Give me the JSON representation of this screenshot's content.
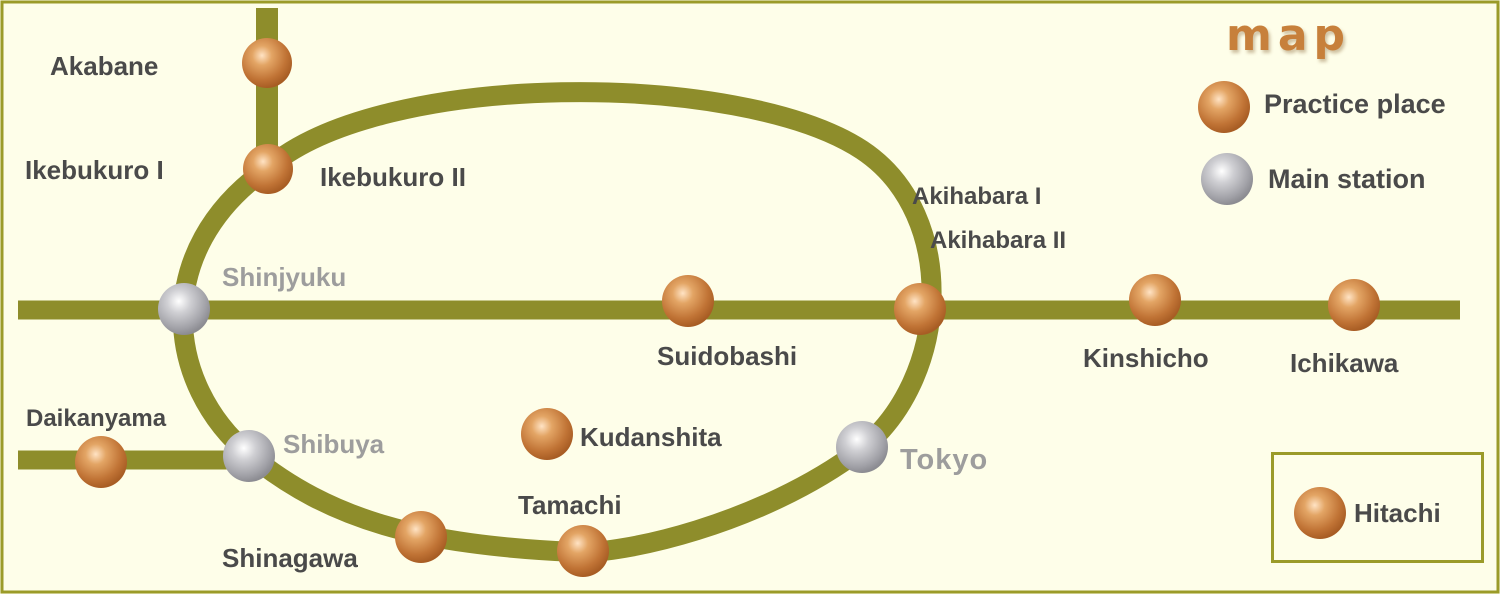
{
  "title": "map",
  "colors": {
    "background": "#fefee9",
    "frame": "#9b9b29",
    "rail": "#8e8d2b",
    "practice_place": "#c7803b",
    "main_station": "#a9a9ad"
  },
  "legend": {
    "practice_place": "Practice place",
    "main_station": "Main station"
  },
  "stations": {
    "akabane": "Akabane",
    "ikebukuro1": "Ikebukuro I",
    "ikebukuro2": "Ikebukuro II",
    "shinjyuku": "Shinjyuku",
    "suidobashi": "Suidobashi",
    "akihabara1": "Akihabara I",
    "akihabara2": "Akihabara II",
    "kinshicho": "Kinshicho",
    "ichikawa": "Ichikawa",
    "daikanyama": "Daikanyama",
    "shibuya": "Shibuya",
    "kudanshita": "Kudanshita",
    "tokyo": "Tokyo",
    "tamachi": "Tamachi",
    "shinagawa": "Shinagawa"
  },
  "inset": {
    "label": "Hitachi"
  }
}
